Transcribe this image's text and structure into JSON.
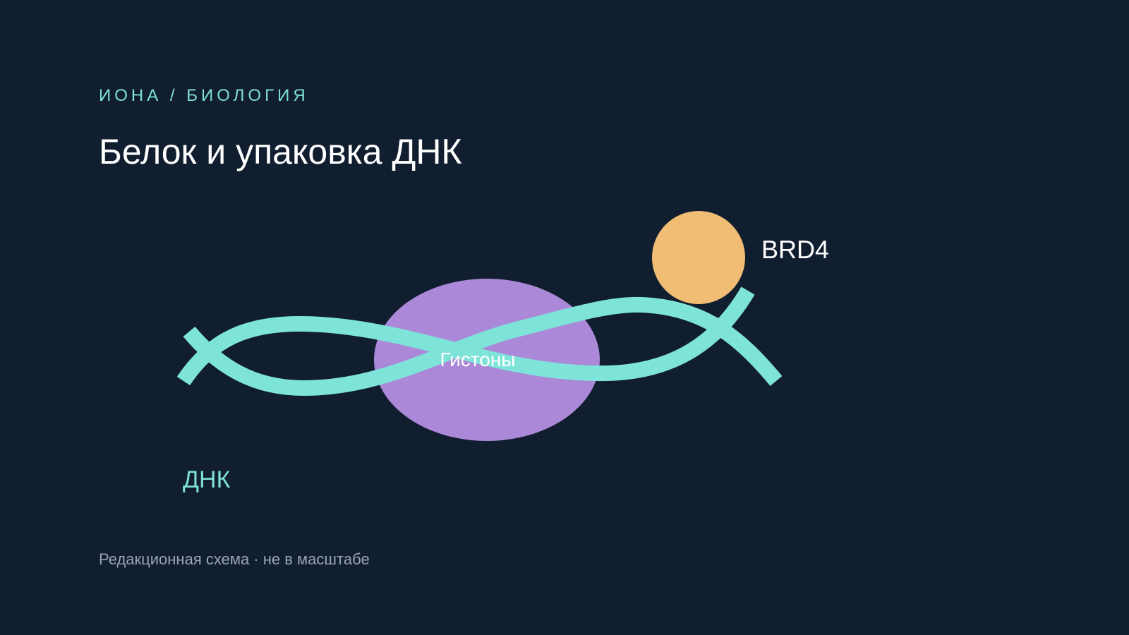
{
  "header": {
    "kicker": "ИОНА / БИОЛОГИЯ",
    "title": "Белок и упаковка ДНК"
  },
  "diagram": {
    "labels": {
      "histones": "Гистоны",
      "brd4": "BRD4",
      "dna": "ДНК"
    },
    "colors": {
      "background": "#101e2f",
      "dna_strand": "#7ee4d9",
      "histones": "#ab89d8",
      "brd4": "#f1bd75",
      "accent_text": "#7ee0d7"
    }
  },
  "footer": {
    "caption": "Редакционная схема · не в масштабе"
  }
}
